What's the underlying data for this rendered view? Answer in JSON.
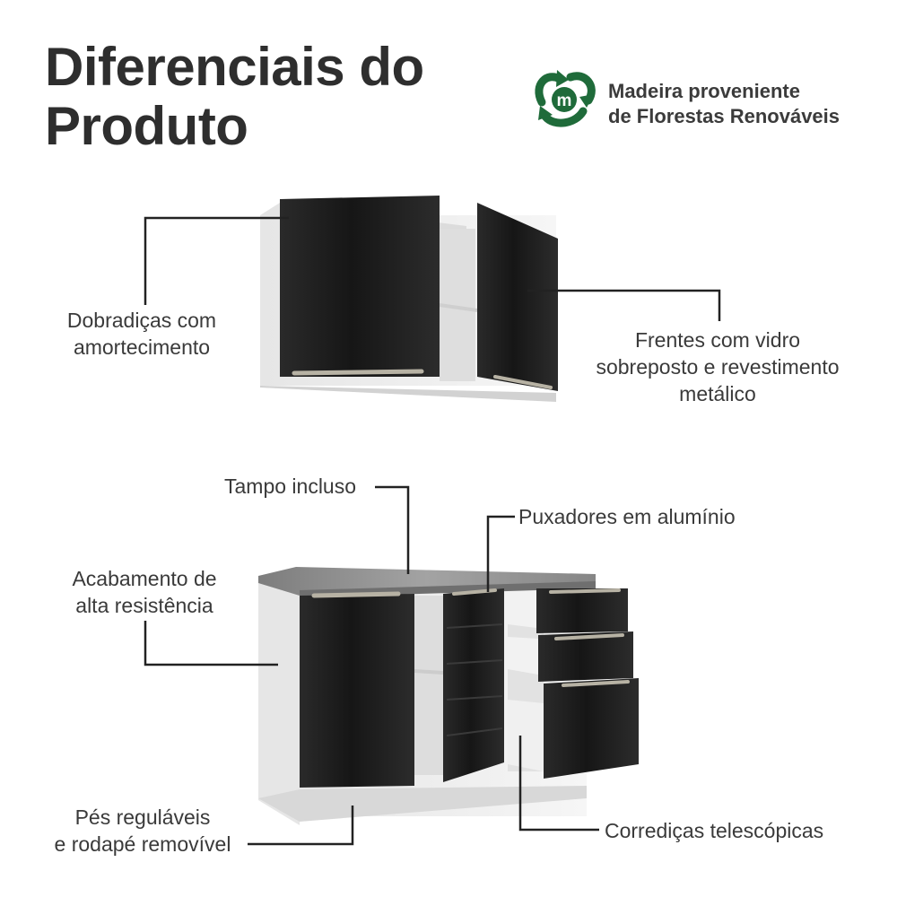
{
  "heading": {
    "line1": "Diferenciais do",
    "line2": "Produto"
  },
  "badge": {
    "icon": "recycle-m-icon",
    "line1": "Madeira proveniente",
    "line2": "de Florestas Renováveis",
    "color": "#1f6b3a"
  },
  "callouts": {
    "hinges": {
      "line1": "Dobradiças com",
      "line2": "amortecimento"
    },
    "fronts": {
      "line1": "Frentes com vidro",
      "line2": "sobreposto e revestimento",
      "line3": "metálico"
    },
    "top": {
      "line1": "Tampo incluso"
    },
    "handles": {
      "line1": "Puxadores em alumínio"
    },
    "finish": {
      "line1": "Acabamento de",
      "line2": "alta resistência"
    },
    "feet": {
      "line1": "Pés reguláveis",
      "line2": "e rodapé removível"
    },
    "slides": {
      "line1": "Corrediças telescópicas"
    }
  },
  "colors": {
    "front": "#1c1c1c",
    "carcass": "#ececec",
    "countertop": "#8f8f8f",
    "handle": "#b7b2a4",
    "leader": "#222222"
  }
}
